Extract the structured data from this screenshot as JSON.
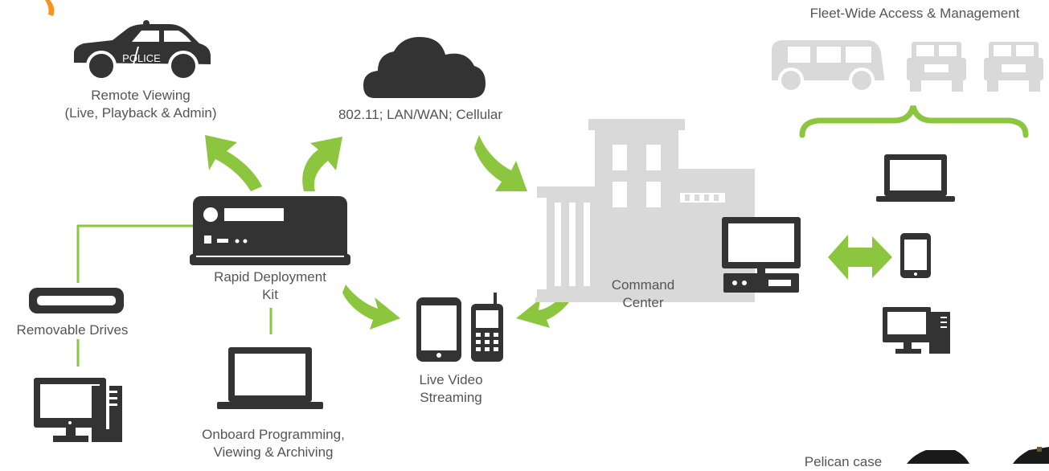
{
  "labels": {
    "remote_viewing_1": "Remote Viewing",
    "remote_viewing_2": "(Live, Playback & Admin)",
    "network": "802.11; LAN/WAN; Cellular",
    "fleet": "Fleet-Wide Access & Management",
    "rdk_1": "Rapid Deployment",
    "rdk_2": "Kit",
    "removable": "Removable Drives",
    "command_1": "Command",
    "command_2": "Center",
    "live_1": "Live Video",
    "live_2": "Streaming",
    "onboard_1": "Onboard Programming,",
    "onboard_2": "Viewing & Archiving",
    "pelican": "Pelican case",
    "police": "POLICE"
  },
  "colors": {
    "accent_green": "#8cc63f",
    "dark_icon": "#333333",
    "light_gray": "#d9d9d9",
    "text": "#555555",
    "orange": "#f7931e"
  }
}
